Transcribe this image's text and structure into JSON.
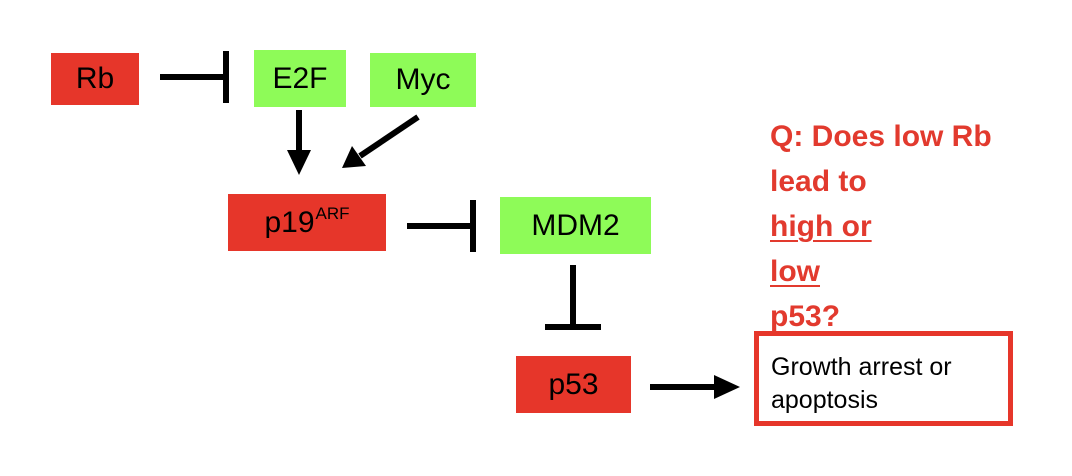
{
  "colors": {
    "repressor": "#e6362a",
    "activator": "#8efb58",
    "question_text": "#e23a2e",
    "edge": "#000000"
  },
  "nodes": {
    "rb": {
      "label": "Rb"
    },
    "e2f": {
      "label": "E2F"
    },
    "myc": {
      "label": "Myc"
    },
    "p19arf": {
      "label": "p19",
      "superscript": "ARF"
    },
    "mdm2": {
      "label": "MDM2"
    },
    "p53": {
      "label": "p53"
    }
  },
  "outcome": {
    "line1": "Growth arrest or",
    "line2": "apoptosis"
  },
  "question": {
    "line1": "Q: Does low Rb",
    "line2_prefix": "lead to ",
    "line2_underlined": "high or",
    "line3_underlined": "low",
    "line3_suffix": " p53?"
  },
  "edges": [
    {
      "from": "rb",
      "to": "e2f",
      "type": "inhibits"
    },
    {
      "from": "e2f",
      "to": "p19arf",
      "type": "activates"
    },
    {
      "from": "myc",
      "to": "p19arf",
      "type": "activates"
    },
    {
      "from": "p19arf",
      "to": "mdm2",
      "type": "inhibits"
    },
    {
      "from": "mdm2",
      "to": "p53",
      "type": "inhibits"
    },
    {
      "from": "p53",
      "to": "outcome",
      "type": "activates"
    }
  ]
}
